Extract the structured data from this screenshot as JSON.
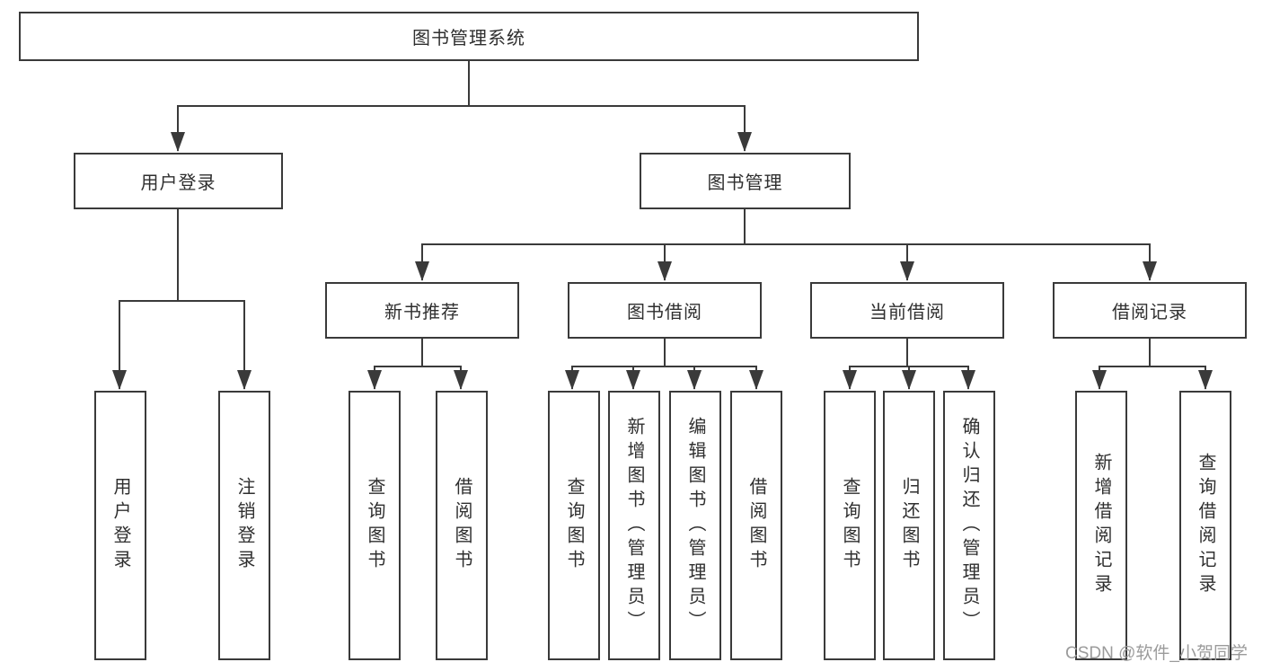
{
  "watermark": "CSDN @软件_小贺同学",
  "colors": {
    "line": "#3a3a3a",
    "text": "#2f2f2f",
    "background": "#ffffff",
    "watermark": "#9b9b9b"
  },
  "tree": {
    "root": {
      "label": "图书管理系统"
    },
    "branches": [
      {
        "label": "用户登录",
        "children": [
          {
            "label": "用户登录"
          },
          {
            "label": "注销登录"
          }
        ]
      },
      {
        "label": "图书管理",
        "groups": [
          {
            "label": "新书推荐",
            "children": [
              {
                "label": "查询图书"
              },
              {
                "label": "借阅图书"
              }
            ]
          },
          {
            "label": "图书借阅",
            "children": [
              {
                "label": "查询图书"
              },
              {
                "label": "新增图书（管理员）"
              },
              {
                "label": "编辑图书（管理员）"
              },
              {
                "label": "借阅图书"
              }
            ]
          },
          {
            "label": "当前借阅",
            "children": [
              {
                "label": "查询图书"
              },
              {
                "label": "归还图书"
              },
              {
                "label": "确认归还（管理员）"
              }
            ]
          },
          {
            "label": "借阅记录",
            "children": [
              {
                "label": "新增借阅记录"
              },
              {
                "label": "查询借阅记录"
              }
            ]
          }
        ]
      }
    ]
  }
}
